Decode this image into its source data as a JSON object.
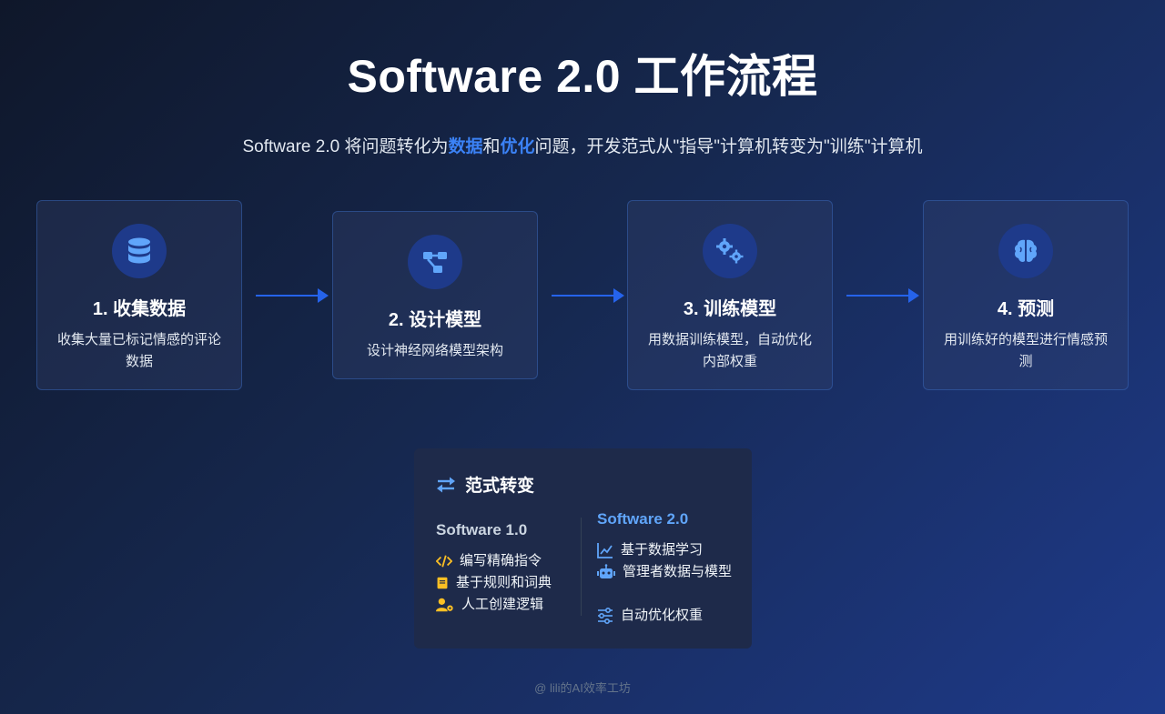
{
  "title": "Software 2.0 工作流程",
  "subtitle": {
    "prefix": "Software 2.0 将问题转化为",
    "highlight1": "数据",
    "mid": "和",
    "highlight2": "优化",
    "suffix": "问题，开发范式从\"指导\"计算机转变为\"训练\"计算机"
  },
  "steps": [
    {
      "title": "1. 收集数据",
      "desc": "收集大量已标记情感的评论数据",
      "icon": "database-icon"
    },
    {
      "title": "2. 设计模型",
      "desc": "设计神经网络模型架构",
      "icon": "sitemap-icon"
    },
    {
      "title": "3. 训练模型",
      "desc": "用数据训练模型，自动优化内部权重",
      "icon": "gears-icon"
    },
    {
      "title": "4. 预测",
      "desc": "用训练好的模型进行情感预测",
      "icon": "brain-icon"
    }
  ],
  "paradigm": {
    "title": "范式转变",
    "sw1": {
      "title": "Software 1.0",
      "items": [
        "编写精确指令",
        "基于规则和词典",
        "人工创建逻辑"
      ]
    },
    "sw2": {
      "title": "Software 2.0",
      "items": [
        "基于数据学习",
        "管理者数据与模型",
        "自动优化权重"
      ]
    }
  },
  "footer": "@ lili的AI效率工坊",
  "colors": {
    "accent": "#3b82f6",
    "sw1_icon": "#fbbf24",
    "arrow": "#2563eb"
  }
}
